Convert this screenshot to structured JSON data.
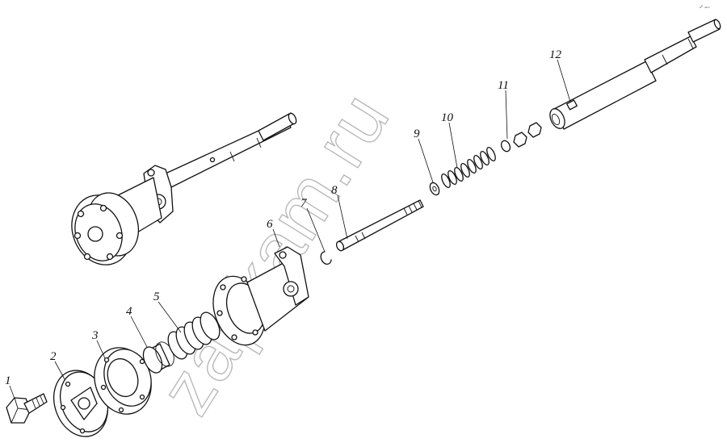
{
  "watermark": "zapkam.ru",
  "corner_mark": "ₐᵖ ₙₐₘ",
  "parts": [
    {
      "label": "1",
      "name": "bolt"
    },
    {
      "label": "2",
      "name": "flange"
    },
    {
      "label": "3",
      "name": "cover"
    },
    {
      "label": "4",
      "name": "cup"
    },
    {
      "label": "5",
      "name": "spring"
    },
    {
      "label": "6",
      "name": "housing"
    },
    {
      "label": "7",
      "name": "circlip"
    },
    {
      "label": "8",
      "name": "rod"
    },
    {
      "label": "9",
      "name": "washer"
    },
    {
      "label": "10",
      "name": "spring"
    },
    {
      "label": "11",
      "name": "nut"
    },
    {
      "label": "12",
      "name": "shaft"
    }
  ]
}
